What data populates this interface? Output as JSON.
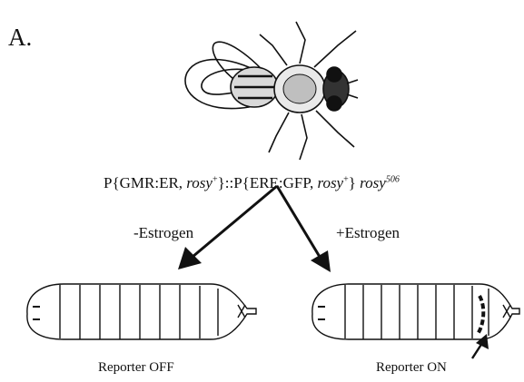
{
  "figure": {
    "panel_label": "A.",
    "genotype": {
      "p1_prefix": "P{GMR:ER, ",
      "rosy": "rosy",
      "plus": "+",
      "p1_suffix": "}::P{ERE:GFP, ",
      "p2_suffix": "} ",
      "allele": "506"
    },
    "conditions": {
      "minus": "-Estrogen",
      "plus": "+Estrogen"
    },
    "outcomes": {
      "off": "Reporter OFF",
      "on": "Reporter ON"
    }
  },
  "colors": {
    "ink": "#111111"
  }
}
